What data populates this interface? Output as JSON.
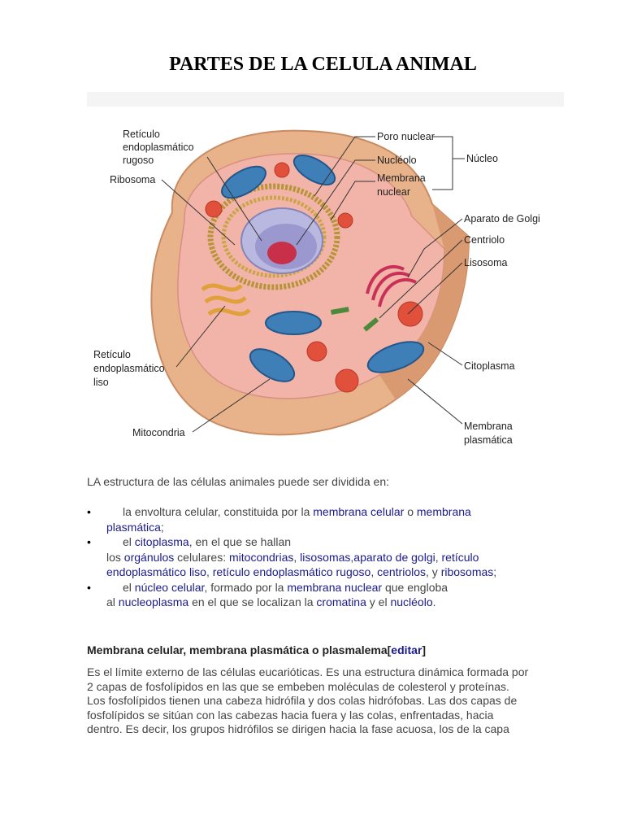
{
  "title": "PARTES DE LA CELULA ANIMAL",
  "figure": {
    "labels": {
      "reticulo_rugoso": [
        "Retículo",
        "endoplasmático",
        "rugoso"
      ],
      "ribosoma": "Ribosoma",
      "poro_nuclear": "Poro nuclear",
      "nucleolo": "Nucléolo",
      "membrana_nuclear": [
        "Membrana",
        "nuclear"
      ],
      "nucleo": "Núcleo",
      "aparato_golgi": "Aparato de Golgi",
      "centriolo": "Centriolo",
      "lisosoma": "Lisosoma",
      "reticulo_liso": [
        "Retículo",
        "endoplasmático",
        "liso"
      ],
      "citoplasma": "Citoplasma",
      "mitocondria": "Mitocondria",
      "membrana_plasmatica": [
        "Membrana",
        "plasmática"
      ]
    },
    "colors": {
      "membrane": "#e8b28a",
      "cytoplasm": "#f2b4a8",
      "mitochondria": "#3f7fb8",
      "lysosome": "#e0503a",
      "nucleus": "#b9b8e0",
      "nucleolus": "#c8304a"
    }
  },
  "intro": "LA estructura de las células animales puede ser dividida en:",
  "list": {
    "bullet": "•",
    "item1": {
      "t1": "la envoltura celular, constituida por la ",
      "l1": "membrana celular",
      "t2": " o ",
      "l2": "membrana",
      "l3": "plasmática",
      "t3": ";"
    },
    "item2": {
      "t1": "el ",
      "l1": "citoplasma",
      "t2": ", en el que se hallan",
      "t3": "los ",
      "l2": "orgánulos",
      "t4": " celulares: ",
      "l3": "mitocondrias",
      "t5": ", ",
      "l4": "lisosomas",
      "t6": ",",
      "l5": "aparato de golgi",
      "t7": ", ",
      "l6": "retículo",
      "l7": "endoplasmático liso",
      "t8": ", ",
      "l8": "retículo endoplasmático rugoso",
      "t9": ", ",
      "l9": "centriolos",
      "t10": ", y ",
      "l10": "ribosomas",
      "t11": ";"
    },
    "item3": {
      "t1": "el ",
      "l1": "núcleo celular",
      "t2": ", formado por la ",
      "l2": "membrana nuclear",
      "t3": " que engloba",
      "t4": "al ",
      "l3": "nucleoplasma",
      "t5": " en el que se localizan la ",
      "l4": "cromatina",
      "t6": " y el ",
      "l5": "nucléolo",
      "t7": "."
    }
  },
  "section": {
    "heading": "Membrana celular, membrana plasmática o plasmalema",
    "bracket_open": "[",
    "edit": "editar",
    "bracket_close": "]",
    "lines": [
      "Es el límite externo de las células eucarióticas. Es una estructura dinámica formada por",
      "2 capas de fosfolípidos en las que se embeben moléculas de colesterol y proteínas.",
      "Los fosfolípidos tienen una cabeza hidrófila y dos colas hidrófobas. Las dos capas de",
      "fosfolípidos se sitúan con las cabezas hacia fuera y las colas, enfrentadas, hacia",
      "dentro. Es decir, los grupos hidrófilos se dirigen hacia la fase acuosa, los de la capa"
    ]
  }
}
